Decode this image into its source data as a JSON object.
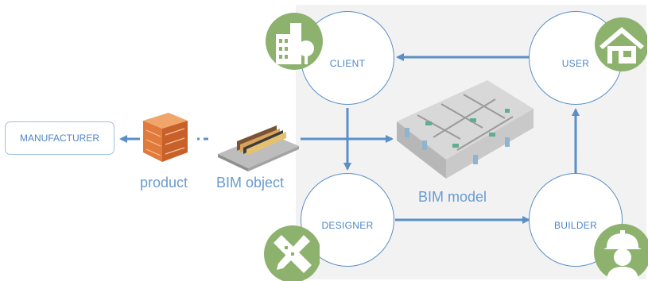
{
  "nodes": {
    "client": "CLIENT",
    "user": "USER",
    "designer": "DESIGNER",
    "builder": "BUILDER",
    "manufacturer": "MANUFACTURER"
  },
  "labels": {
    "product": "product",
    "bim_object": "BIM object",
    "bim_model": "BIM model"
  },
  "colors": {
    "accent": "#5b8fc8",
    "icon_green": "#8db26e",
    "panel": "#f2f2f2"
  },
  "icons": [
    "buildings-icon",
    "house-icon",
    "tools-icon",
    "worker-icon"
  ]
}
